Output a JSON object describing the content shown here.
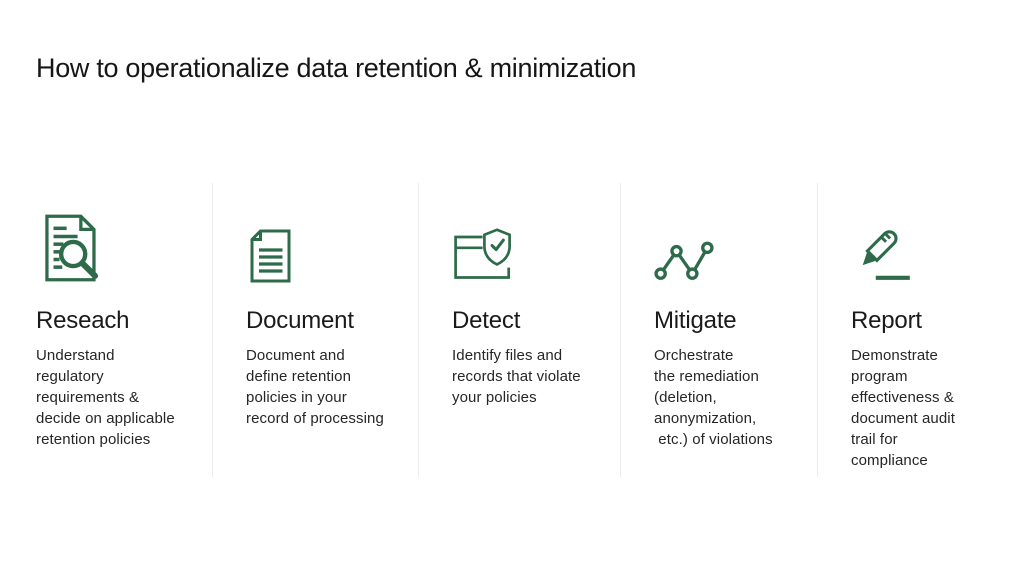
{
  "title": "How to operationalize data retention & minimization",
  "accent_color": "#2E6B4A",
  "divider_color": "#ECECEC",
  "steps": [
    {
      "icon": "document-search-icon",
      "heading": "Reseach",
      "body": "Understand\nregulatory\nrequirements &\ndecide on applicable\nretention policies"
    },
    {
      "icon": "document-icon",
      "heading": "Document",
      "body": "Document and\ndefine retention\npolicies in your\nrecord of processing"
    },
    {
      "icon": "shield-check-icon",
      "heading": "Detect",
      "body": "Identify files and\nrecords that violate\nyour policies"
    },
    {
      "icon": "line-chart-icon",
      "heading": "Mitigate",
      "body": "Orchestrate\nthe remediation\n(deletion,\nanonymization,\n etc.) of violations"
    },
    {
      "icon": "pencil-icon",
      "heading": "Report",
      "body": "Demonstrate\nprogram\neffectiveness &\ndocument audit\ntrail for compliance"
    }
  ]
}
